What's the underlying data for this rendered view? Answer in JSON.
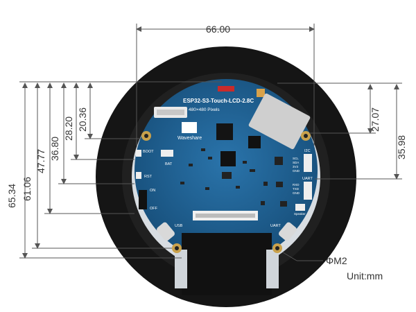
{
  "board": {
    "name": "ESP32-S3-Touch-LCD-2.8C",
    "resolution": "480×480 Pixels",
    "brand": "Waveshare",
    "silk": {
      "boot": "BOOT",
      "rst": "RST",
      "bat": "BAT",
      "on": "ON",
      "off": "OFF",
      "usb": "USB",
      "uart": "UART",
      "i2c": "I2C",
      "uart_header": "UART",
      "scl": "SCL",
      "sda": "SDA",
      "v33": "3V3",
      "gnd": "GND",
      "rxd": "RXD",
      "txd": "TXD",
      "gnd2": "GND",
      "speaker": "Speaker"
    }
  },
  "dimensions": {
    "width_top": "66.00",
    "left": [
      "65.34",
      "61.06",
      "47.77",
      "36.80",
      "28.20",
      "20.36"
    ],
    "right": [
      "27.07",
      "35.98"
    ],
    "hole": "ΦM2",
    "unit": "Unit:mm"
  },
  "colors": {
    "pcb": "#1c5f92",
    "bezel": "#151515",
    "dimension_line": "#555555"
  }
}
